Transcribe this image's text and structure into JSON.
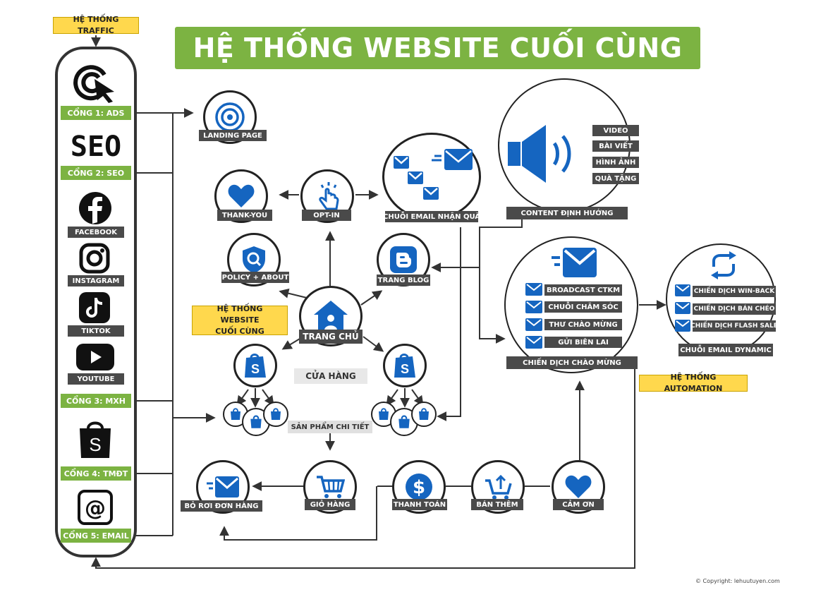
{
  "title": "HỆ THỐNG WEBSITE CUỐI CÙNG",
  "tags": {
    "traffic": "HỆ THỐNG TRAFFIC",
    "website_line1": "HỆ THỐNG WEBSITE",
    "website_line2": "CUỐI CÙNG",
    "automation": "HỆ THỐNG AUTOMATION"
  },
  "traffic": {
    "gate1": "CỔNG 1: ADS",
    "seo_logo": "SEO",
    "gate2": "CỔNG 2: SEO",
    "facebook": "FACEBOOK",
    "instagram": "INSTAGRAM",
    "tiktok": "TIKTOK",
    "youtube": "YOUTUBE",
    "gate3": "CỔNG 3: MXH",
    "gate4": "CỔNG 4: TMĐT",
    "gate5": "CỔNG 5: EMAIL"
  },
  "nodes": {
    "landing": "LANDING PAGE",
    "thankyou": "THANK-YOU",
    "optin": "OPT-IN",
    "email_chain": "CHUỖI EMAIL NHẬN QUÀ",
    "content": "CONTENT ĐỊNH HƯỚNG",
    "policy": "POLICY + ABOUT",
    "blog": "TRANG BLOG",
    "home": "TRANG CHỦ",
    "store": "CỬA HÀNG",
    "product_detail": "SẢN PHẨM CHI TIẾT",
    "abandon": "BỎ RƠI ĐƠN HÀNG",
    "cart": "GIỎ HÀNG",
    "checkout": "THANH TOÁN",
    "upsell": "BÁN THÊM",
    "thanks": "CẢM ƠN",
    "welcome_campaign": "CHIẾN DỊCH CHÀO MỪNG",
    "dynamic_chain": "CHUỖI EMAIL DYNAMIC"
  },
  "content_items": [
    "VIDEO",
    "BÀI VIẾT",
    "HÌNH ẢNH",
    "QUÀ TẶNG"
  ],
  "welcome_items": [
    "BROADCAST CTKM",
    "CHUỖI CHĂM SÓC",
    "THƯ CHÀO MỪNG",
    "GỬI BIÊN LAI"
  ],
  "dynamic_items": [
    "CHIẾN DỊCH WIN-BACK",
    "CHIẾN DỊCH BÁN CHÉO",
    "CHIẾN DỊCH FLASH SALE"
  ],
  "copyright": "© Copyright: lehuutuyen.com",
  "colors": {
    "green": "#7cb342",
    "blue": "#1565c0",
    "dark": "#4a4a4a",
    "yellow": "#ffd84d"
  }
}
